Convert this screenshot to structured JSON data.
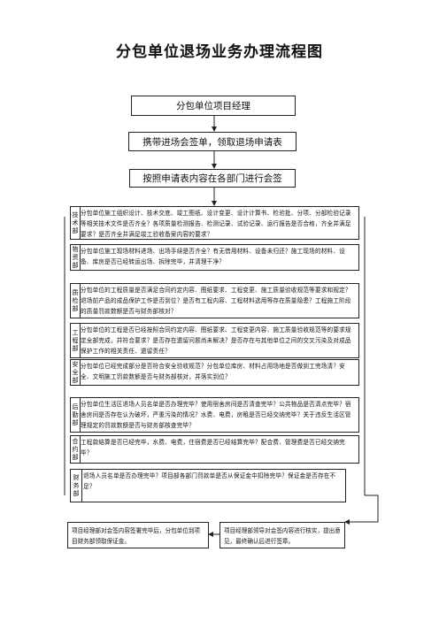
{
  "title": "分包单位退场业务办理流程图",
  "steps": {
    "s1": "分包单位项目经理",
    "s2": "携带进场会签单，领取退场申请表",
    "s3": "按照申请表内容在各部门进行会签"
  },
  "departments": [
    {
      "label": "技术部",
      "text": "分包单位施工组织设计、技术交底、竣工图纸、设计变更、设计计算书、检验批、分项、分部检验记录等相关技术文件是否齐全？各项质量检测报告、检测记录、试验记录、运行报告是否合格，齐全并满足要求？是否齐全并满足竣工验收备案内容的要求？"
    },
    {
      "label": "物资部",
      "text": "分包单位施工现场材料进场、出场手续是否齐全？有无借用材料、设备未归还？施工现场的材料、设备、库房是否已经转运出场、拆除完毕，并清理干净？"
    },
    {
      "label": "质检部",
      "text": "分包单位的工程质量是否满足合同约定内容、图纸要求、工程变更、施工质量验收规范等要求和规定？退场前产品的成品保护工作是否到位？是否有工程内容、工程材料选用等存在质量隐患？工程施工阶段的质量罚款数额是否与财务部核对？"
    },
    {
      "label": "工程部",
      "text": "分包单位的工程是否已经按照合同约定内容、图纸要求、工程变更内容、施工质量验收规范等的要求规定全部完成，并符合要求？是否存在遗留问题尚未解决？是否存在与其他单位之间的交叉污染及对成品保护工作的相关责任、遗留责任？"
    },
    {
      "label": "安全部",
      "text": "分包单位已经完成部分是否符合安全验收规范？分包单位库房、材料占用场地是否做到工完场清？安全、文明施工罚款数额是否与财务部核对，并落实到位？"
    },
    {
      "label": "后勤部",
      "text": "分包单位生活区退场人员名单是否办理完毕？使用宿舍房间是否清查完毕？公共物品是否清点完毕？宿舍房间是否存在认为破坏，严重污染的情况？水费、电费，房租是否已经交纳完毕？关于违反生活区管理规定的罚款数额是否与财务部核查完毕？"
    },
    {
      "label": "合约部",
      "text": "工程款结算是否已经完毕，水费、电费，住宿费是否已经结算完毕？配合费、管理费是否已经交纳完毕？"
    },
    {
      "label": "财务部",
      "text": "退场人员名单是否办理完毕？项目部各部门罚款单是否从保证金中扣除完毕？保证金是否存在不足？"
    }
  ],
  "bottom": {
    "left": "项目经理部对会签内容签署完毕后，分包单位到项目财务部领取保证金。",
    "right": "项目经理部领导对会签内容进行核实，提出意见，最终确认后进行签章。"
  }
}
